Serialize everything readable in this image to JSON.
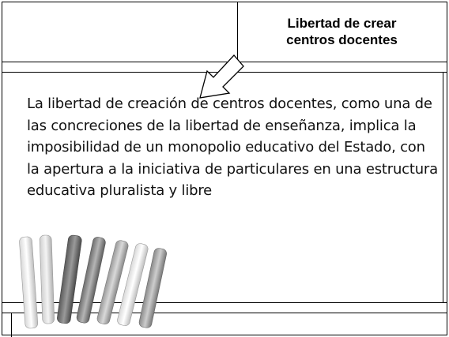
{
  "slide": {
    "title": "Libertad de crear centros docentes",
    "body": "La libertad de creación de centros docentes, como una de las concreciones de la libertad de enseñanza, implica la imposibilidad de un monopolio educativo del Estado, con la apertura a la iniciativa de particulares en una estructura educativa pluralista y libre"
  },
  "icons": {
    "arrow": "down-left-arrow-icon",
    "chalk": "chalk-sticks-image"
  }
}
